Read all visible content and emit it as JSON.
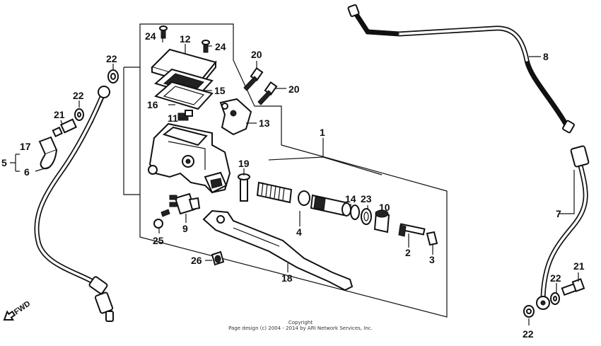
{
  "callouts": {
    "p1": "1",
    "p2": "2",
    "p3": "3",
    "p4": "4",
    "p5": "5",
    "p6": "6",
    "p7": "7",
    "p8": "8",
    "p9": "9",
    "p10": "10",
    "p11": "11",
    "p12": "12",
    "p13": "13",
    "p14": "14",
    "p15": "15",
    "p16": "16",
    "p17": "17",
    "p18": "18",
    "p19": "19",
    "p20a": "20",
    "p20b": "20",
    "p21a": "21",
    "p21b": "21",
    "p22a": "22",
    "p22b": "22",
    "p22c": "22",
    "p22d": "22",
    "p23": "23",
    "p24a": "24",
    "p24b": "24",
    "p25": "25",
    "p26": "26"
  },
  "fwd_label": "FWD",
  "footer": {
    "line1": "Copyright",
    "line2": "Page design (c) 2004 - 2014 by ARI Network Services, Inc."
  }
}
